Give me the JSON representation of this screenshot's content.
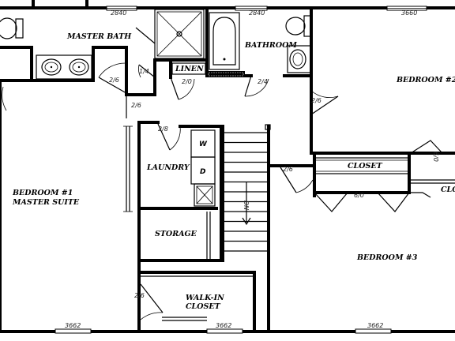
{
  "rooms": {
    "master_bath": "MASTER BATH",
    "bathroom": "BATHROOM",
    "linen": "LINEN",
    "bedroom2": "BEDROOM #2",
    "laundry": "LAUNDRY",
    "bedroom1_line1": "BEDROOM #1",
    "bedroom1_line2": "MASTER SUITE",
    "closet": "CLOSET",
    "closet_partial": "CLO",
    "storage": "STORAGE",
    "bedroom3": "BEDROOM #3",
    "walkin_line1": "WALK-IN",
    "walkin_line2": "CLOSET"
  },
  "appliances": {
    "washer": "W",
    "dryer": "D"
  },
  "stair": {
    "direction": "DN"
  },
  "windows": {
    "w_top_left": "2840",
    "w_top_mid": "2840",
    "w_top_right": "3660",
    "w_bot_left": "3662",
    "w_bot_mid": "3662",
    "w_bot_right": "3662"
  },
  "doors": {
    "d_master_bath": "2/6",
    "d_linen_a": "1/4",
    "d_linen_b": "2/0",
    "d_bath": "2/4",
    "d_bed2": "2/6",
    "d_hall": "2/6",
    "d_laundry": "2/8",
    "d_bed3": "2/6",
    "d_walkin": "2/6",
    "d_closet_right": "6/0",
    "d_closet_far": "6/0"
  }
}
